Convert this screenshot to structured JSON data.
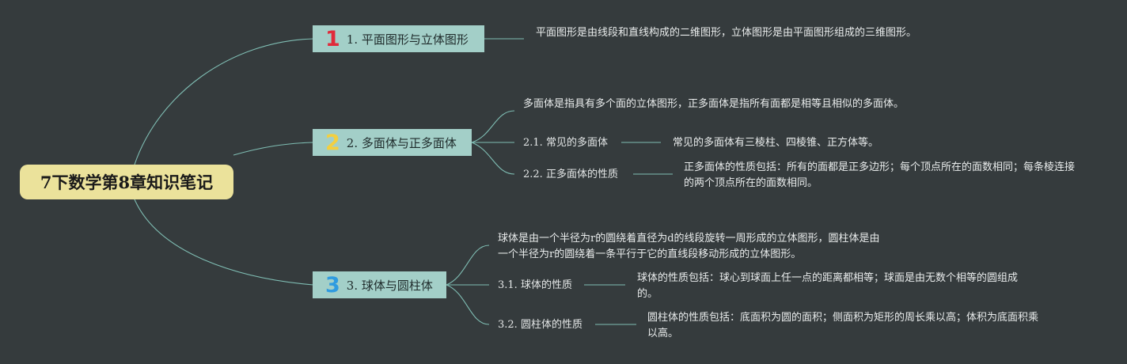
{
  "root": {
    "title": "7下数学第8章知识笔记"
  },
  "branches": [
    {
      "badge": "1",
      "badge_color": "#e02a3a",
      "label": "1. 平面图形与立体图形",
      "note": "平面图形是由线段和直线构成的二维图形，立体图形是由平面图形组成的三维图形。"
    },
    {
      "badge": "2",
      "badge_color": "#f3cf3f",
      "label": "2. 多面体与正多面体",
      "note": "多面体是指具有多个面的立体图形，正多面体是指所有面都是相等且相似的多面体。",
      "subs": [
        {
          "label": "2.1. 常见的多面体",
          "note": "常见的多面体有三棱柱、四棱锥、正方体等。"
        },
        {
          "label": "2.2. 正多面体的性质",
          "note": "正多面体的性质包括：所有的面都是正多边形；每个顶点所在的面数相同；每条棱连接的两个顶点所在的面数相同。"
        }
      ]
    },
    {
      "badge": "3",
      "badge_color": "#2f9be0",
      "label": "3. 球体与圆柱体",
      "note": "球体是由一个半径为r的圆绕着直径为d的线段旋转一周形成的立体图形，圆柱体是由一个半径为r的圆绕着一条平行于它的直线段移动形成的立体图形。",
      "subs": [
        {
          "label": "3.1. 球体的性质",
          "note": "球体的性质包括：球心到球面上任一点的距离都相等；球面是由无数个相等的圆组成的。"
        },
        {
          "label": "3.2. 圆柱体的性质",
          "note": "圆柱体的性质包括：底面积为圆的面积；侧面积为矩形的周长乘以高；体积为底面积乘以高。"
        }
      ]
    }
  ]
}
